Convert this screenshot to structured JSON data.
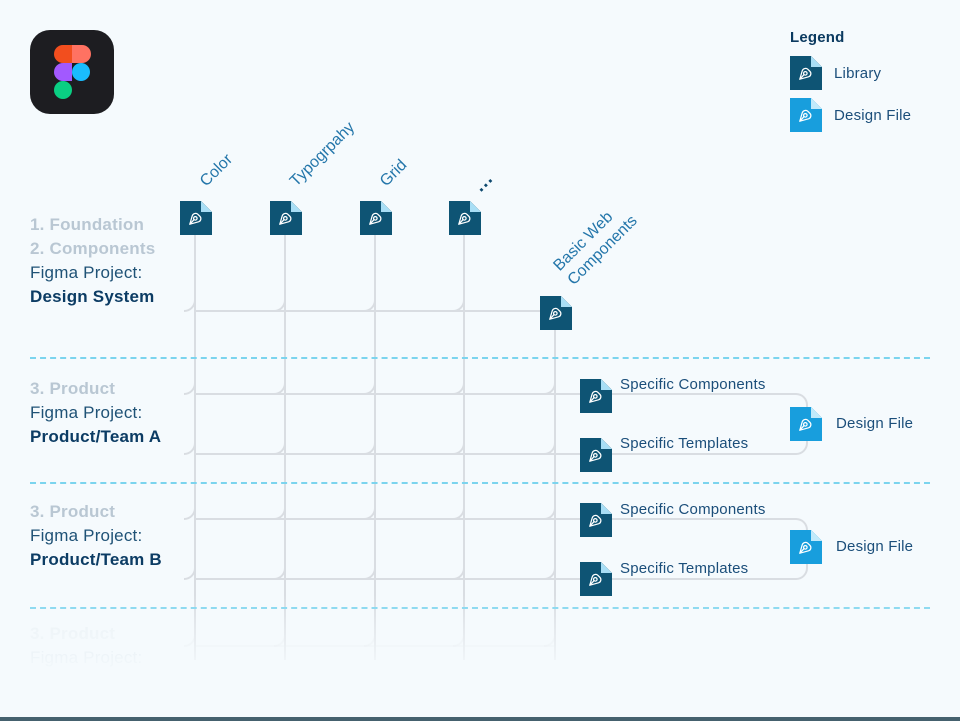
{
  "colors": {
    "background": "#f5fafd",
    "library_icon": "#0e5474",
    "library_fold": "#a8def5",
    "design_file_icon": "#189edd",
    "design_file_fold": "#c0eafb",
    "connector_line": "#d9dde2",
    "divider_dash": "#7bd4ee",
    "heading_muted": "#b9c7d3",
    "heading_dark": "#0c3c64",
    "label_blue": "#2476aa",
    "bottom_bar": "#45616e",
    "figma_logo": [
      "#f24e1e",
      "#ff7262",
      "#a259ff",
      "#1abcfe",
      "#0acf83"
    ]
  },
  "legend": {
    "title": "Legend",
    "items": [
      {
        "label": "Library",
        "icon": "library-file-icon"
      },
      {
        "label": "Design File",
        "icon": "design-file-icon"
      }
    ]
  },
  "columns": [
    {
      "label": "Color"
    },
    {
      "label": "Typogrpahy"
    },
    {
      "label": "Grid"
    },
    {
      "label": "..."
    }
  ],
  "basic_web": {
    "line1": "Basic Web",
    "line2": "Components"
  },
  "sections": {
    "design_system": {
      "step1": "1. Foundation",
      "step2": "2. Components",
      "project_label": "Figma Project:",
      "project_name": "Design System"
    },
    "team_a": {
      "step": "3. Product",
      "project_label": "Figma Project:",
      "project_name": "Product/Team A",
      "components": "Specific Components",
      "templates": "Specific Templates",
      "design_file": "Design File"
    },
    "team_b": {
      "step": "3. Product",
      "project_label": "Figma Project:",
      "project_name": "Product/Team B",
      "components": "Specific Components",
      "templates": "Specific Templates",
      "design_file": "Design File"
    },
    "faded": {
      "step": "3. Product",
      "project_label": "Figma Project:"
    }
  }
}
